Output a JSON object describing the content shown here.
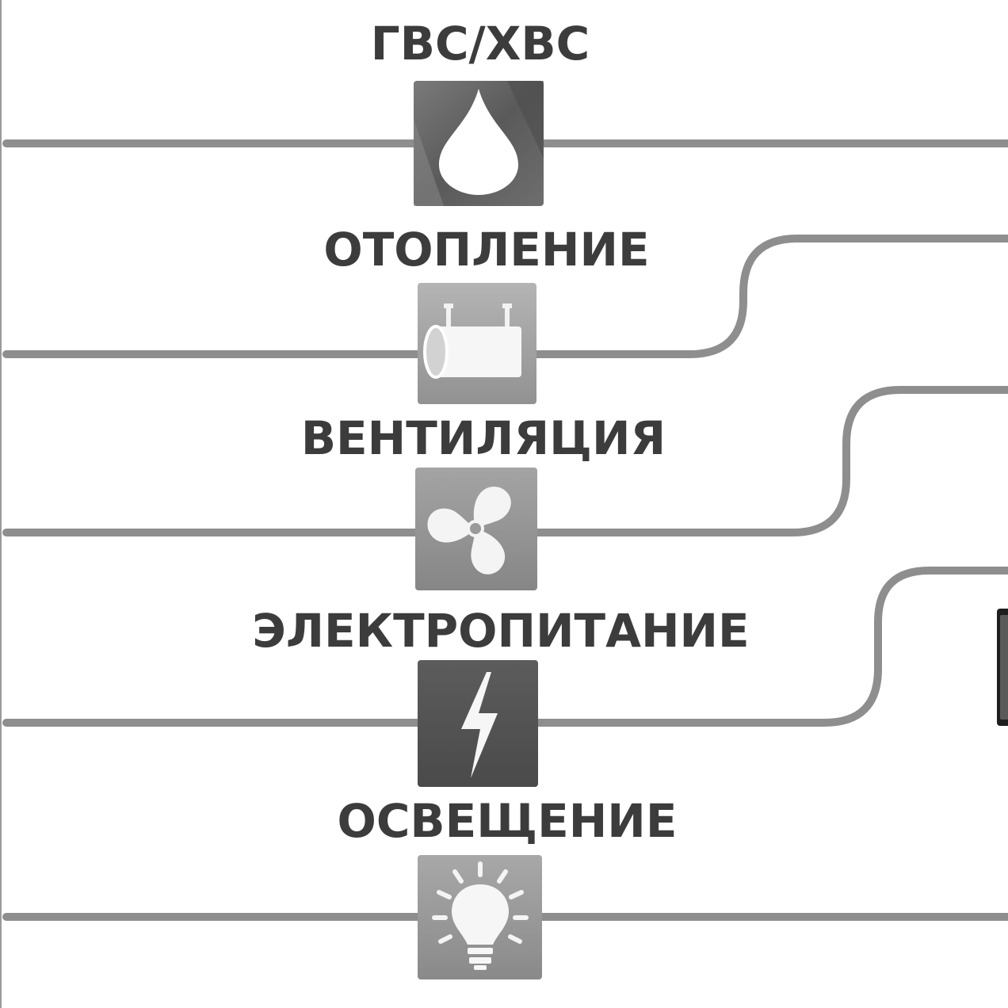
{
  "systems": [
    {
      "label": "ГВС/ХВС",
      "icon": "water-drop-icon"
    },
    {
      "label": "ОТОПЛЕНИЕ",
      "icon": "radiator-tank-icon"
    },
    {
      "label": "ВЕНТИЛЯЦИЯ",
      "icon": "fan-icon"
    },
    {
      "label": "ЭЛЕКТРОПИТАНИЕ",
      "icon": "lightning-bolt-icon"
    },
    {
      "label": "ОСВЕЩЕНИЕ",
      "icon": "light-bulb-icon"
    }
  ]
}
